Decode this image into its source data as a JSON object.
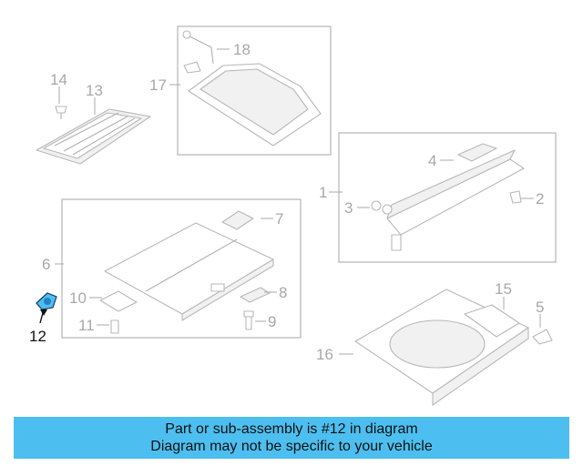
{
  "callouts": {
    "c1": "1",
    "c2": "2",
    "c3": "3",
    "c4": "4",
    "c5": "5",
    "c6": "6",
    "c7": "7",
    "c8": "8",
    "c9": "9",
    "c10": "10",
    "c11": "11",
    "c12": "12",
    "c13": "13",
    "c14": "14",
    "c15": "15",
    "c16": "16",
    "c17": "17",
    "c18": "18"
  },
  "highlight_color": "#4cbff0",
  "banner": {
    "line1": "Part or sub-assembly is #12 in diagram",
    "line2": "Diagram may not be specific to your vehicle"
  }
}
